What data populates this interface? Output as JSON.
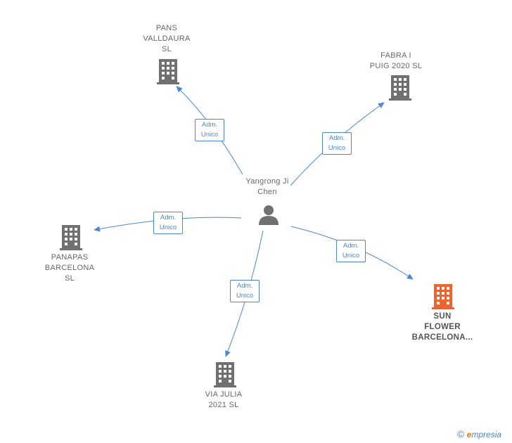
{
  "center": {
    "name": "Yangrong Ji\nChen"
  },
  "relation_label": {
    "line1": "Adm.",
    "line2": "Unico"
  },
  "companies": [
    {
      "id": "pans",
      "name": "PANS\nVALLDAURA\nSL",
      "highlight": false
    },
    {
      "id": "fabra",
      "name": "FABRA I\nPUIG 2020  SL",
      "highlight": false
    },
    {
      "id": "panapas",
      "name": "PANAPAS\nBARCELONA\nSL",
      "highlight": false
    },
    {
      "id": "sunflower",
      "name": "SUN\nFLOWER\nBARCELONA...",
      "highlight": true
    },
    {
      "id": "viajulia",
      "name": "VIA JULIA\n2021 SL",
      "highlight": false
    }
  ],
  "colors": {
    "edge": "#4a86d4",
    "node_gray": "#707070",
    "node_highlight": "#f0622e"
  },
  "icons": {
    "company": "building-icon",
    "person": "person-icon",
    "copyright": "copyright-icon"
  },
  "footer": {
    "symbol": "©",
    "brand_initial": "e",
    "brand_rest": "mpresia"
  }
}
